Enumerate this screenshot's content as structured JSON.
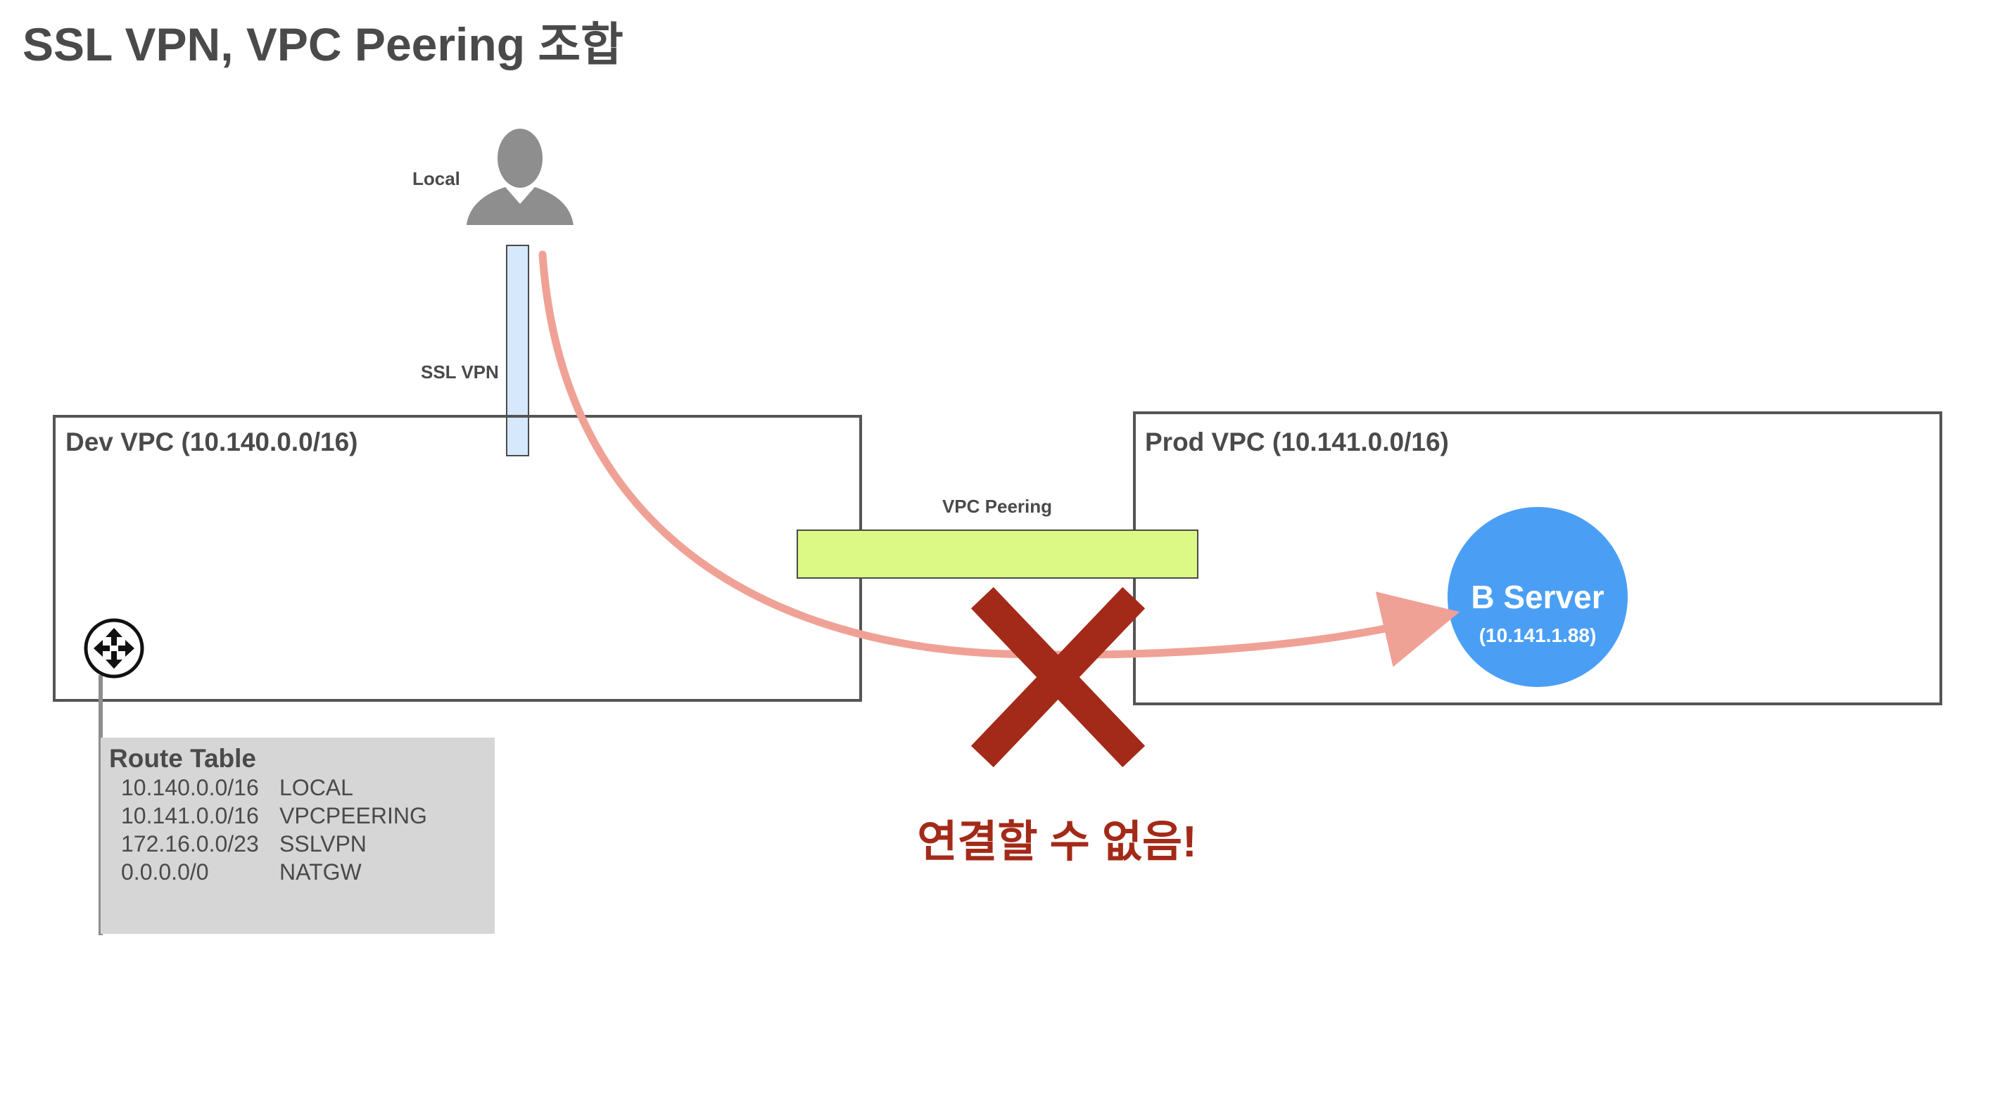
{
  "title": "SSL VPN, VPC Peering 조합",
  "local": {
    "label": "Local",
    "icon": "user-silhouette-icon"
  },
  "ssl_vpn": {
    "label": "SSL VPN",
    "color": "#d6e8fb"
  },
  "dev_vpc": {
    "label": "Dev VPC (10.140.0.0/16)",
    "router_icon": "router-icon"
  },
  "prod_vpc": {
    "label": "Prod VPC (10.141.0.0/16)"
  },
  "vpc_peering": {
    "label": "VPC Peering",
    "color": "#dcf986"
  },
  "server": {
    "name": "B Server",
    "ip": "(10.141.1.88)",
    "color": "#4a9ff5"
  },
  "route_table": {
    "title": "Route Table",
    "rows": [
      {
        "cidr": "10.140.0.0/16",
        "target": "LOCAL"
      },
      {
        "cidr": "10.141.0.0/16",
        "target": "VPCPEERING"
      },
      {
        "cidr": "172.16.0.0/23",
        "target": "SSLVPN"
      },
      {
        "cidr": "0.0.0.0/0",
        "target": "NATGW"
      }
    ]
  },
  "blocked": {
    "message": "연결할 수 없음!",
    "icon": "x-cross-icon",
    "color": "#a32a18"
  },
  "flow_arrow_color": "#f0a196"
}
